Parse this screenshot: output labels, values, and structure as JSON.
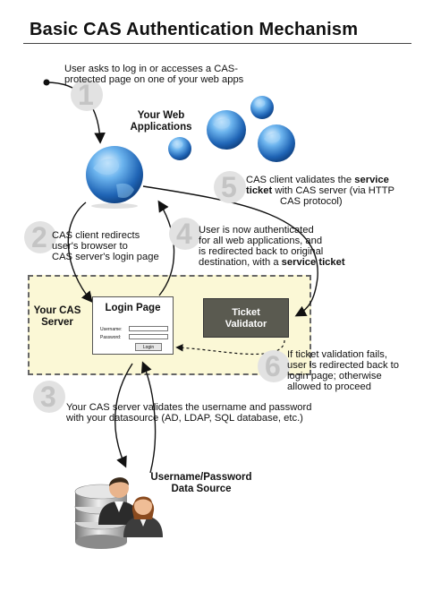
{
  "title": "Basic CAS Authentication Mechanism",
  "steps": [
    {
      "number": "1",
      "text": [
        "User asks to log in or accesses a CAS-",
        "protected page on one of your web apps"
      ]
    },
    {
      "number": "2",
      "text": [
        "CAS client redirects",
        "user's browser to",
        "CAS server's login page"
      ]
    },
    {
      "number": "3",
      "text": [
        "Your CAS server validates the username and password",
        "with your datasource (AD, LDAP, SQL database, etc.)"
      ]
    },
    {
      "number": "4",
      "text": [
        "User is now authenticated",
        "for all web applications, and",
        "is redirected back to original",
        "destination, with a "
      ],
      "bold": "service ticket"
    },
    {
      "number": "5",
      "text_pre": "CAS client validates the ",
      "bold1": "service",
      "bold2": "ticket",
      "text_post": " with CAS server (via HTTP",
      "text_last": "CAS protocol)"
    },
    {
      "number": "6",
      "text": [
        "If ticket validation fails,",
        "user is redirected back to",
        "login page; otherwise",
        "allowed to proceed"
      ]
    }
  ],
  "web_apps_label": [
    "Your Web",
    "Applications"
  ],
  "cas_server_label": [
    "Your CAS",
    "Server"
  ],
  "login_page": {
    "title": "Login Page",
    "username_label": "Username:",
    "password_label": "Password:",
    "button": "Login"
  },
  "ticket_validator": [
    "Ticket",
    "Validator"
  ],
  "datasource_label": [
    "Username/Password",
    "Data Source"
  ],
  "colors": {
    "cas_box_fill": "#fbf8d6",
    "validator_fill": "#5a5a50",
    "globe_blue": "#2a79c9",
    "step_number": "#c4c4c4"
  }
}
